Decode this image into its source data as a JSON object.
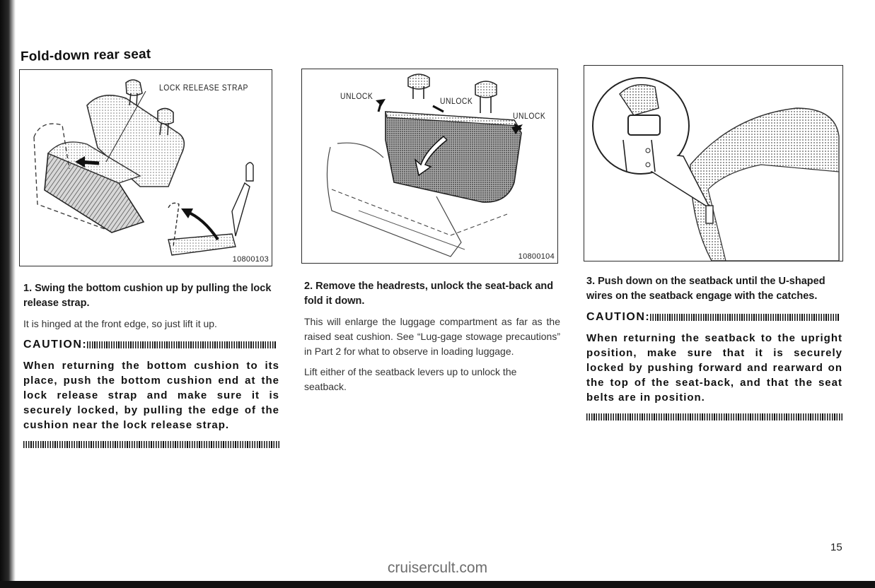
{
  "section_title": "Fold-down rear seat",
  "figures": [
    {
      "labels": [
        "LOCK RELEASE STRAP"
      ],
      "code": "10800103"
    },
    {
      "labels": [
        "UNLOCK",
        "UNLOCK",
        "UNLOCK"
      ],
      "code": "10800104"
    },
    {
      "labels": [],
      "code": ""
    }
  ],
  "columns": [
    {
      "step": "1. Swing the bottom cushion up by pulling the lock release strap.",
      "paragraphs": [
        "It is hinged at the front edge, so just lift it up."
      ],
      "caution_label": "CAUTION:",
      "caution_text": "When returning the bottom cushion to its place, push the bottom cushion end at the lock release strap and make sure it is securely locked, by pulling the edge of the cushion near the lock release strap."
    },
    {
      "step": "2. Remove the headrests, unlock the seat-back and fold it down.",
      "paragraphs": [
        "This will enlarge the luggage compartment as far as the raised seat cushion. See “Lug-gage stowage precautions” in Part 2 for what to observe in loading luggage.",
        "Lift either of the seatback levers up to unlock the seatback."
      ]
    },
    {
      "step": "3. Push down on the seatback until the U-shaped wires on the seatback engage with the catches.",
      "caution_label": "CAUTION:",
      "caution_text": "When returning the seatback to the upright position, make sure that it is securely locked by pushing forward and rearward on the top of the seat-back, and that the seat belts are in position."
    }
  ],
  "page_number": "15",
  "watermark": "cruisercult.com"
}
